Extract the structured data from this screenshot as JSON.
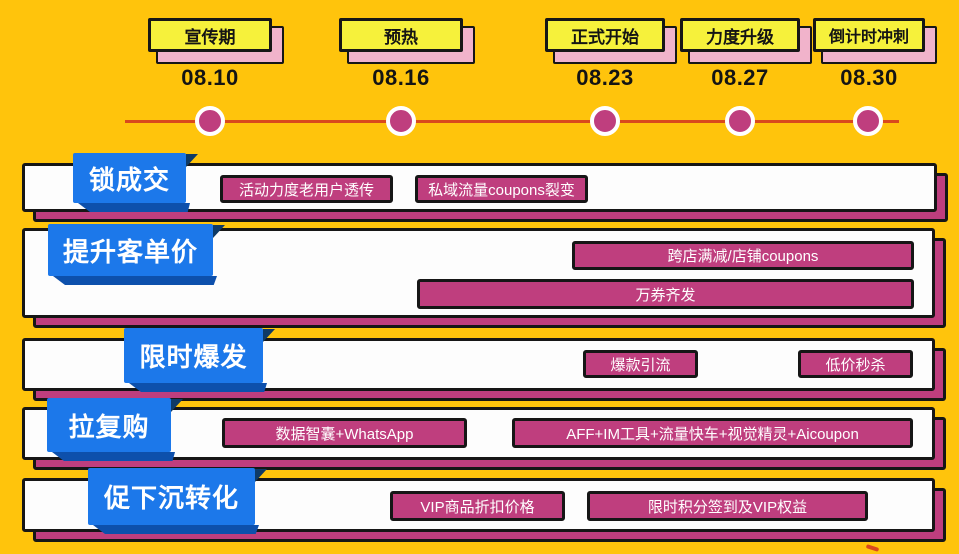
{
  "colors": {
    "bg": "#FFC40C",
    "lemon": "#F6F13B",
    "pinklight": "#F1B3CB",
    "magenta": "#BF3E7E",
    "blue": "#1C78EA",
    "bluedark": "#0D50AC",
    "folddark": "#0E3A66",
    "line": "#D9491D",
    "border": "#161616",
    "textdark": "#141414"
  },
  "timeline": {
    "phases": [
      {
        "label": "宣传期",
        "date": "08.10"
      },
      {
        "label": "预热",
        "date": "08.16"
      },
      {
        "label": "正式开始",
        "date": "08.23"
      },
      {
        "label": "力度升级",
        "date": "08.27"
      },
      {
        "label": "倒计时冲刺",
        "date": "08.30"
      }
    ]
  },
  "lanes": [
    {
      "label": "锁成交",
      "bars": [
        "活动力度老用户透传",
        "私域流量coupons裂变"
      ]
    },
    {
      "label": "提升客单价",
      "bars": [
        "跨店满减/店铺coupons",
        "万券齐发"
      ]
    },
    {
      "label": "限时爆发",
      "bars": [
        "爆款引流",
        "低价秒杀"
      ]
    },
    {
      "label": "拉复购",
      "bars": [
        "数据智囊+WhatsApp",
        "AFF+IM工具+流量快车+视觉精灵+Aicoupon"
      ]
    },
    {
      "label": "促下沉转化",
      "bars": [
        "VIP商品折扣价格",
        "限时积分签到及VIP权益"
      ]
    }
  ]
}
